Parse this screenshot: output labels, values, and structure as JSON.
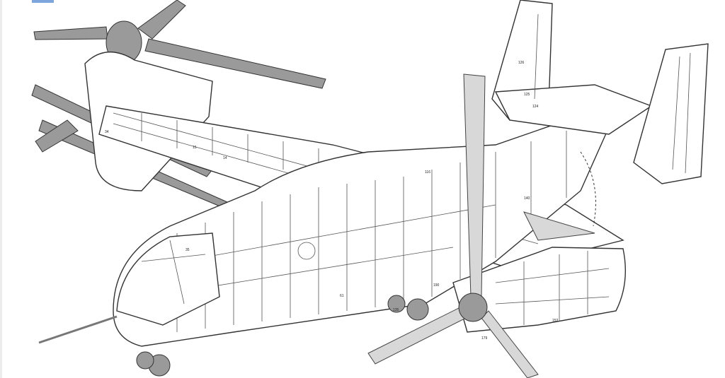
{
  "image": {
    "subject": "tiltrotor-cutaway",
    "labels": [
      "126",
      "125",
      "124",
      "140",
      "116",
      "34",
      "15",
      "14",
      "35",
      "61",
      "135",
      "190",
      "153",
      "179"
    ]
  }
}
